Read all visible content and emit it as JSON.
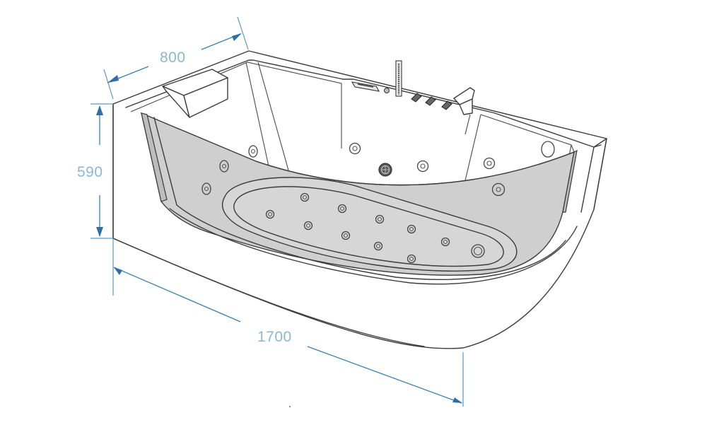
{
  "diagram": {
    "subject": "whirlpool-bathtub-with-glass-front-panel",
    "line_color": "#3c3c3c",
    "dimension_color": "#3a7fb5",
    "label_color": "#8ab8d6",
    "glass_fill": "#cfcfcf"
  },
  "dimensions": {
    "width": {
      "label": "800",
      "unit": "mm"
    },
    "height": {
      "label": "590",
      "unit": "mm"
    },
    "length": {
      "label": "1700",
      "unit": "mm"
    }
  },
  "components": {
    "headrest": "headrest",
    "control_panel": "control-panel",
    "hand_shower": "hand-shower",
    "valves": [
      "valve-1",
      "valve-2",
      "valve-3"
    ],
    "faucet": "waterfall-faucet",
    "drain": "drain",
    "side_jets_count": 8,
    "floor_jets_count": 12
  }
}
